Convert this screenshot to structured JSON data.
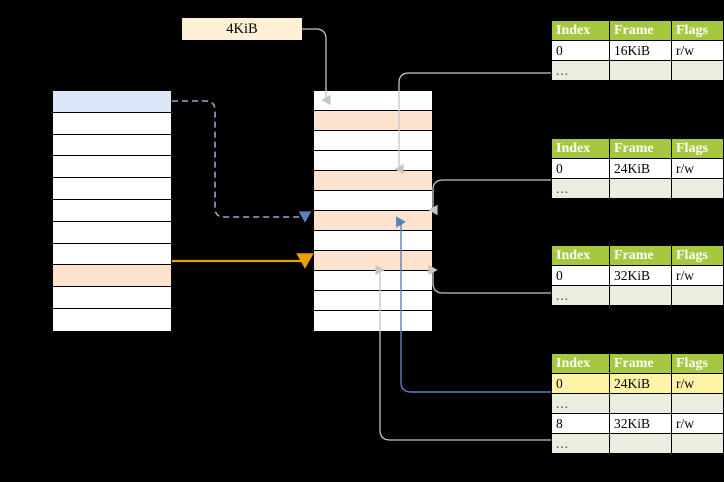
{
  "diagram": {
    "title_tag": {
      "label": "4KiB"
    },
    "colors": {
      "header_green": "#a6c740",
      "row_alt": "#eaeede",
      "highlight_yellow": "#fdf4a8",
      "peach": "#fde3cd",
      "blue_row": "#dbe8fa",
      "orange_arrow": "#e8a100",
      "blue_arrow": "#5b82c0",
      "gray_wire": "#bdbdbd",
      "tag_bg": "#fdf0d5"
    },
    "virtual_column": {
      "name": "virtual-address-space",
      "row_count": 11,
      "rows": [
        {
          "index": 0,
          "fill": "blue"
        },
        {
          "index": 1,
          "fill": "white"
        },
        {
          "index": 2,
          "fill": "white"
        },
        {
          "index": 3,
          "fill": "white"
        },
        {
          "index": 4,
          "fill": "white"
        },
        {
          "index": 5,
          "fill": "white"
        },
        {
          "index": 6,
          "fill": "white"
        },
        {
          "index": 7,
          "fill": "white"
        },
        {
          "index": 8,
          "fill": "peach"
        },
        {
          "index": 9,
          "fill": "white"
        },
        {
          "index": 10,
          "fill": "white"
        }
      ]
    },
    "physical_column": {
      "name": "physical-memory",
      "row_count": 12,
      "rows": [
        {
          "index": 0,
          "fill": "white"
        },
        {
          "index": 1,
          "fill": "peach"
        },
        {
          "index": 2,
          "fill": "white"
        },
        {
          "index": 3,
          "fill": "white"
        },
        {
          "index": 4,
          "fill": "peach"
        },
        {
          "index": 5,
          "fill": "white"
        },
        {
          "index": 6,
          "fill": "peach"
        },
        {
          "index": 7,
          "fill": "white"
        },
        {
          "index": 8,
          "fill": "peach"
        },
        {
          "index": 9,
          "fill": "white"
        },
        {
          "index": 10,
          "fill": "white"
        },
        {
          "index": 11,
          "fill": "white"
        }
      ]
    },
    "page_tables": [
      {
        "name": "page-table-1",
        "headers": [
          "Index",
          "Frame",
          "Flags"
        ],
        "rows": [
          {
            "cells": [
              "0",
              "16KiB",
              "r/w"
            ],
            "style": "val"
          },
          {
            "cells": [
              "...",
              "",
              ""
            ],
            "style": "ell"
          }
        ]
      },
      {
        "name": "page-table-2",
        "headers": [
          "Index",
          "Frame",
          "Flags"
        ],
        "rows": [
          {
            "cells": [
              "0",
              "24KiB",
              "r/w"
            ],
            "style": "val"
          },
          {
            "cells": [
              "...",
              "",
              ""
            ],
            "style": "ell"
          }
        ]
      },
      {
        "name": "page-table-3",
        "headers": [
          "Index",
          "Frame",
          "Flags"
        ],
        "rows": [
          {
            "cells": [
              "0",
              "32KiB",
              "r/w"
            ],
            "style": "val"
          },
          {
            "cells": [
              "...",
              "",
              ""
            ],
            "style": "ell"
          }
        ]
      },
      {
        "name": "page-table-4",
        "headers": [
          "Index",
          "Frame",
          "Flags"
        ],
        "rows": [
          {
            "cells": [
              "0",
              "24KiB",
              "r/w"
            ],
            "style": "hl"
          },
          {
            "cells": [
              "...",
              "",
              ""
            ],
            "style": "ell"
          },
          {
            "cells": [
              "8",
              "32KiB",
              "r/w"
            ],
            "style": "val"
          },
          {
            "cells": [
              "...",
              "",
              ""
            ],
            "style": "ell"
          }
        ]
      }
    ]
  }
}
